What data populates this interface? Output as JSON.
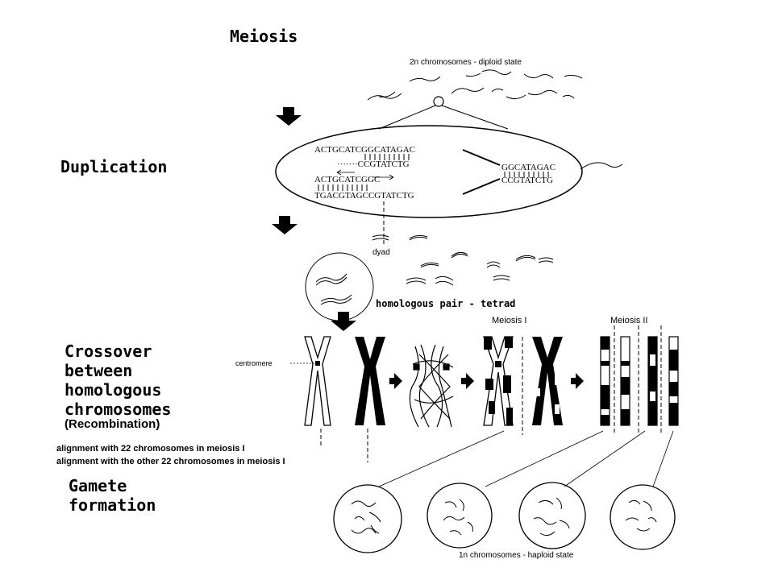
{
  "titles": {
    "meiosis": "Meiosis",
    "duplication": "Duplication",
    "crossover_lines": [
      "Crossover",
      "between",
      "homologous",
      "chromosomes"
    ],
    "recombination": "(Recombination)",
    "gamete_lines": [
      "Gamete",
      "formation"
    ]
  },
  "labels": {
    "diploid": "2n chromosomes  - diploid state",
    "dyad": "dyad",
    "tetrad": "homologous pair - tetrad",
    "centromere": "centromere",
    "meiosis_1": "Meiosis I",
    "meiosis_2": "Meiosis II",
    "alignment_1": "alignment with 22 chromosomes in meiosis I",
    "alignment_2": "alignment with the other 22 chromosomes in meiosis I",
    "haploid": "1n chromosomes  - haploid state"
  },
  "sequences": {
    "top_strand": "ACTGCATCGGCATAGAC",
    "top_partial": "·······CCGTATCTG",
    "lower_partial": "ACTGCATCGGC",
    "bottom_strand": "TGACGTAGCCGTATCTG",
    "fork_top": "GGCATAGAC",
    "fork_bottom": "CCGTATCTG"
  }
}
